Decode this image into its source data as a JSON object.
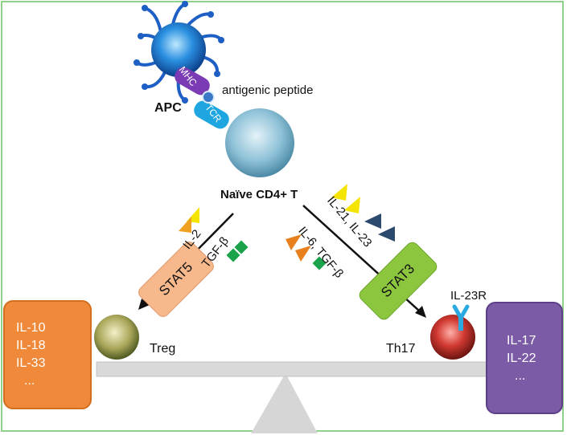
{
  "labels": {
    "mhc": "MHC",
    "antigenic_peptide": "antigenic peptide",
    "apc": "APC",
    "tcr": "TCR",
    "naive": "Naïve CD4+ T",
    "il2": "IL-2",
    "tgfb_left": "TGF-β",
    "il21_il23": "IL-21, IL-23",
    "il6_tgfb": "IL-6, TGF-β",
    "stat5": "STAT5",
    "stat3": "STAT3",
    "il23r": "IL-23R",
    "treg": "Treg",
    "th17": "Th17"
  },
  "treg_cytokines": [
    "IL-10",
    "IL-18",
    "IL-33",
    "..."
  ],
  "th17_cytokines": [
    "IL-17",
    "IL-22",
    "..."
  ],
  "colors": {
    "border": "#8fd08a",
    "treg_box": "#f0893a",
    "th17_box": "#7b5aa6",
    "stat5": "#f7b98c",
    "stat3": "#8cc63f",
    "yellow": "#f5e400",
    "orange": "#e8801e",
    "navy": "#2c4a6e",
    "green": "#1aa34a",
    "tcr": "#1fa6e0",
    "mhc": "#7a3bb5",
    "seesaw": "#d6d6d6"
  }
}
